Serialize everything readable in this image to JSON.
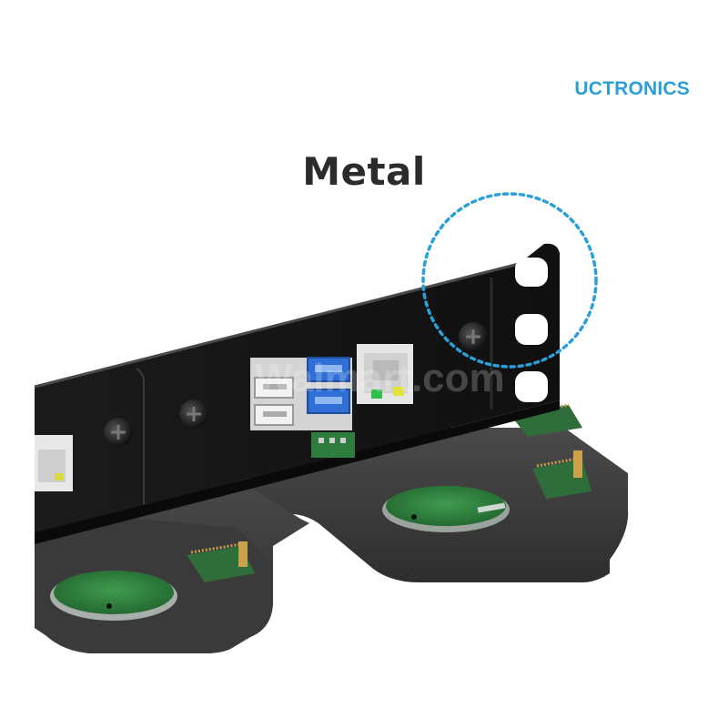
{
  "brand": {
    "logo_text": "UCTRONICS"
  },
  "headline": {
    "text": "Metal"
  },
  "watermark": {
    "text": "Walmart.com"
  },
  "colors": {
    "accent_blue": "#2a9fd8",
    "panel_black": "#151515",
    "tray_gray": "#3b3b3b",
    "pcb_green": "#2e7d3e",
    "usb_blue": "#2f6fd6",
    "headline_text": "#2b2b2b"
  },
  "icons": {
    "highlight": "dotted-circle-icon",
    "screw": "thumb-screw-icon"
  }
}
